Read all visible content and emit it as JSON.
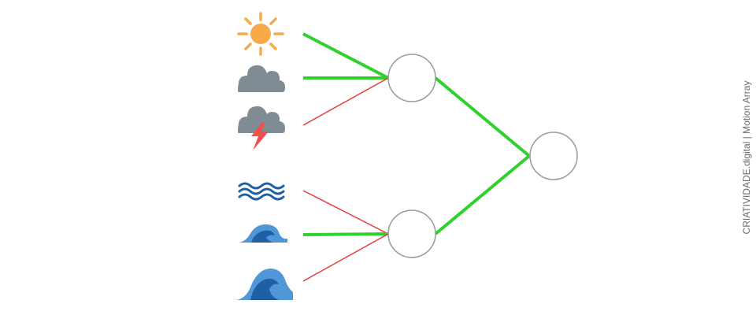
{
  "credit": {
    "text": "CRIATIVIDADE.digital | Motion Array"
  },
  "colors": {
    "positive_edge": "#2fd12f",
    "negative_edge": "#e23b3b",
    "node_stroke": "#9a9a9a",
    "sun": "#f8aa4a",
    "cloud": "#7f8c93",
    "lightning": "#f25050",
    "wave_light": "#4f97d6",
    "wave_dark": "#1f5fa5"
  },
  "inputs": [
    {
      "name": "sun-icon",
      "group": "weather"
    },
    {
      "name": "cloud-icon",
      "group": "weather"
    },
    {
      "name": "storm-cloud-icon",
      "group": "weather"
    },
    {
      "name": "calm-water-icon",
      "group": "sea"
    },
    {
      "name": "wave-icon",
      "group": "sea"
    },
    {
      "name": "big-wave-icon",
      "group": "sea"
    }
  ],
  "hidden_nodes": [
    {
      "name": "weather-node"
    },
    {
      "name": "sea-node"
    }
  ],
  "output_node": {
    "name": "output-node"
  },
  "connections": [
    {
      "from": "sun-icon",
      "to": "weather-node",
      "sign": "positive"
    },
    {
      "from": "cloud-icon",
      "to": "weather-node",
      "sign": "positive"
    },
    {
      "from": "storm-cloud-icon",
      "to": "weather-node",
      "sign": "negative"
    },
    {
      "from": "calm-water-icon",
      "to": "sea-node",
      "sign": "negative"
    },
    {
      "from": "wave-icon",
      "to": "sea-node",
      "sign": "positive"
    },
    {
      "from": "big-wave-icon",
      "to": "sea-node",
      "sign": "negative"
    },
    {
      "from": "weather-node",
      "to": "output-node",
      "sign": "positive"
    },
    {
      "from": "sea-node",
      "to": "output-node",
      "sign": "positive"
    }
  ]
}
